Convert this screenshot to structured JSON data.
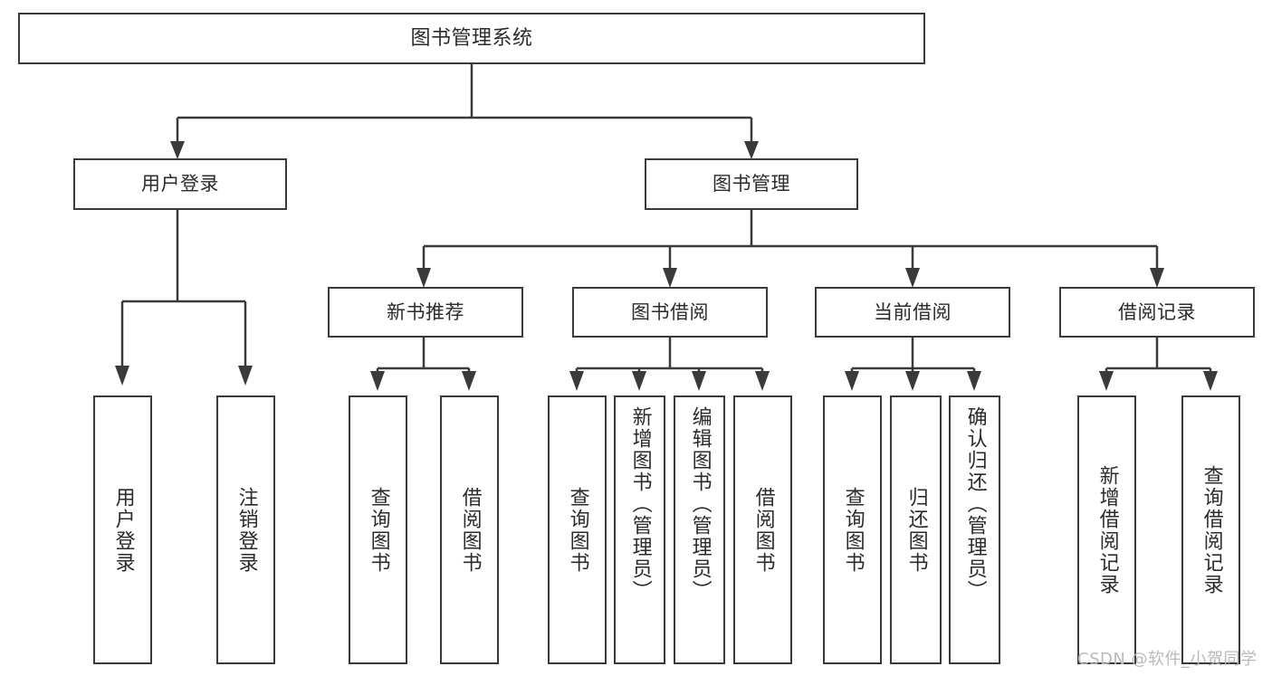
{
  "diagram": {
    "type": "tree",
    "title": "图书管理系统",
    "root": {
      "label": "图书管理系统"
    },
    "level2": [
      {
        "label": "用户登录"
      },
      {
        "label": "图书管理"
      }
    ],
    "level3": [
      {
        "label": "新书推荐"
      },
      {
        "label": "图书借阅"
      },
      {
        "label": "当前借阅"
      },
      {
        "label": "借阅记录"
      }
    ],
    "leaves": {
      "user_login": [
        {
          "label": "用户登录"
        },
        {
          "label": "注销登录"
        }
      ],
      "new_book_recommend": [
        {
          "label": "查询图书"
        },
        {
          "label": "借阅图书"
        }
      ],
      "book_borrow": [
        {
          "label": "查询图书"
        },
        {
          "label": "新增图书（管理员）"
        },
        {
          "label": "编辑图书（管理员）"
        },
        {
          "label": "借阅图书"
        }
      ],
      "current_borrow": [
        {
          "label": "查询图书"
        },
        {
          "label": "归还图书"
        },
        {
          "label": "确认归还（管理员）"
        }
      ],
      "borrow_record": [
        {
          "label": "新增借阅记录"
        },
        {
          "label": "查询借阅记录"
        }
      ]
    }
  },
  "watermark": {
    "text": "CSDN @软件_小贺同学"
  },
  "colors": {
    "stroke": "#3a3a3a",
    "text": "#2b2b2b",
    "background": "#ffffff",
    "watermark": "#b9b9b9"
  }
}
